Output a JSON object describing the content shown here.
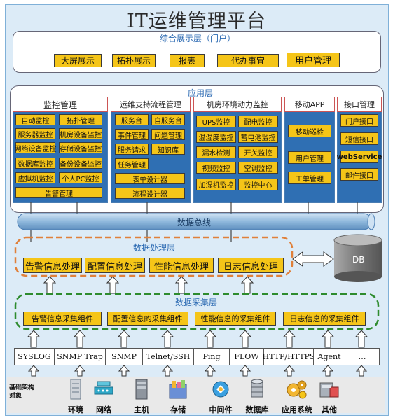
{
  "title": "IT运维管理平台",
  "portal_layer": {
    "label": "综合展示层（门户）",
    "items": [
      "大屏展示",
      "拓扑展示",
      "报表",
      "代办事宜",
      "用户管理"
    ]
  },
  "app_layer": {
    "label": "应用层",
    "monitor": {
      "title": "监控管理",
      "items": [
        "自动监控",
        "拓扑管理",
        "服务器监控",
        "机房设备监控",
        "网络设备监控",
        "存储设备监控",
        "数据库监控",
        "备份设备监控",
        "虚拟机监控",
        "个人PC监控",
        "告警管理"
      ]
    },
    "ops": {
      "title": "运维支持流程管理",
      "items": [
        "服务台",
        "自服务台",
        "事件管理",
        "问题管理",
        "服务请求",
        "知识库",
        "任务管理",
        "表单设计器",
        "流程设计器"
      ]
    },
    "room": {
      "title": "机房环境动力监控",
      "items": [
        "UPS监控",
        "配电监控",
        "温湿度监控",
        "蓄电池监控",
        "漏水检测",
        "开关监控",
        "视频监控",
        "空调监控",
        "加湿机监控",
        "监控中心"
      ]
    },
    "mobile": {
      "title": "移动APP",
      "items": [
        "移动巡检",
        "用户管理",
        "工单管理"
      ]
    },
    "iface": {
      "title": "接口管理",
      "items": [
        "门户接口",
        "短信接口",
        "webService",
        "邮件接口"
      ]
    }
  },
  "bus": {
    "label": "数据总线"
  },
  "db": {
    "label": "DB"
  },
  "process_layer": {
    "label": "数据处理层",
    "items": [
      "告警信息处理",
      "配置信息处理",
      "性能信息处理",
      "日志信息处理"
    ]
  },
  "collect_layer": {
    "label": "数据采集层",
    "items": [
      "告警信息采集组件",
      "配置信息的采集组件",
      "性能信息的采集组件",
      "日志信息的采集组件"
    ]
  },
  "protocols": [
    "SYSLOG",
    "SNMP Trap",
    "SNMP",
    "Telnet/SSH",
    "Ping",
    "FLOW",
    "HTTP/HTTPS",
    "Agent",
    "…"
  ],
  "base": {
    "label_line1": "基础架构",
    "label_line2": "对象",
    "objects": [
      "环境",
      "网络",
      "主机",
      "存储",
      "中间件",
      "数据库",
      "应用系统",
      "其他"
    ]
  },
  "colors": {
    "bar_fill": "#f5c518",
    "background": "#dcebf7",
    "bus_blue": "#8fb8dc",
    "process_border": "#e0803a",
    "collect_border": "#2e8b2e",
    "caption_blue": "#2d6bb3"
  }
}
